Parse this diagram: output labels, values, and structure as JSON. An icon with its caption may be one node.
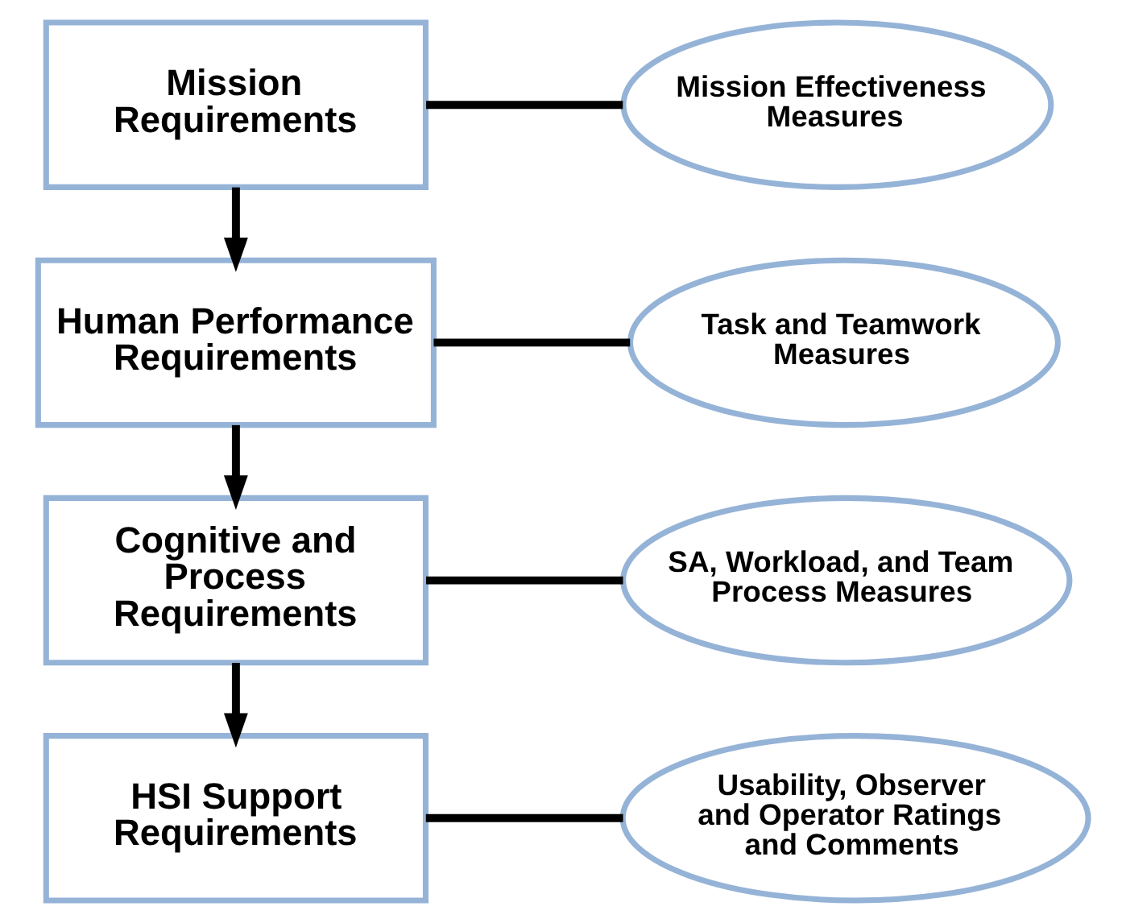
{
  "diagram": {
    "nodes": [
      {
        "text": [
          "Mission Requirements"
        ]
      },
      {
        "text": [
          "Mission Effectiveness Measures"
        ]
      },
      {
        "text": [
          "Human Performance Requirements"
        ]
      },
      {
        "text": [
          "Task and Teamwork Measures"
        ]
      },
      {
        "text": [
          "Cognitive and Process Requirements"
        ]
      },
      {
        "text": [
          "SA, Workload, and Team Process Measures"
        ]
      },
      {
        "text": [
          "HSI Support Requirements"
        ]
      },
      {
        "text": [
          "Usability, Observer and Operator Ratings and Comments"
        ]
      }
    ],
    "edges": [
      {
        "from": 0,
        "to": 1,
        "arrow": "none"
      },
      {
        "from": 0,
        "to": 2,
        "arrow": "to"
      },
      {
        "from": 2,
        "to": 3,
        "arrow": "none"
      },
      {
        "from": 2,
        "to": 4,
        "arrow": "to"
      },
      {
        "from": 4,
        "to": 5,
        "arrow": "none"
      },
      {
        "from": 4,
        "to": 6,
        "arrow": "to"
      },
      {
        "from": 6,
        "to": 7,
        "arrow": "none"
      }
    ]
  }
}
